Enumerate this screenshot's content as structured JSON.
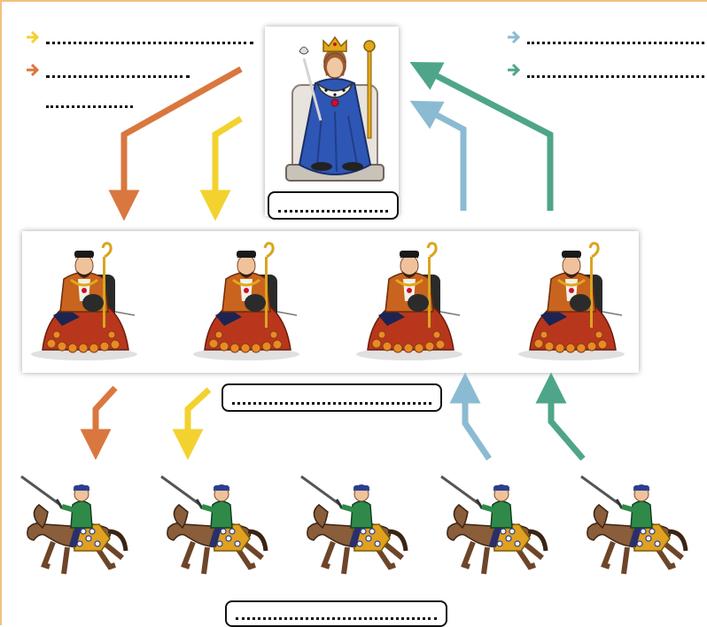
{
  "colors": {
    "orange": "#d9773f",
    "yellow": "#f3d230",
    "blue": "#8bbbd2",
    "green": "#4fa58a",
    "border": "#f1c27d"
  },
  "legend": {
    "left": [
      {
        "color": "orange"
      },
      {
        "color": "yellow"
      }
    ],
    "right": [
      {
        "color": "blue"
      },
      {
        "color": "green"
      }
    ]
  },
  "tiers": {
    "king": {
      "figure": "king-on-throne",
      "count": 1
    },
    "lords": {
      "figure": "lord-seated",
      "count": 4
    },
    "knights": {
      "figure": "knight-on-horse",
      "count": 5
    }
  }
}
